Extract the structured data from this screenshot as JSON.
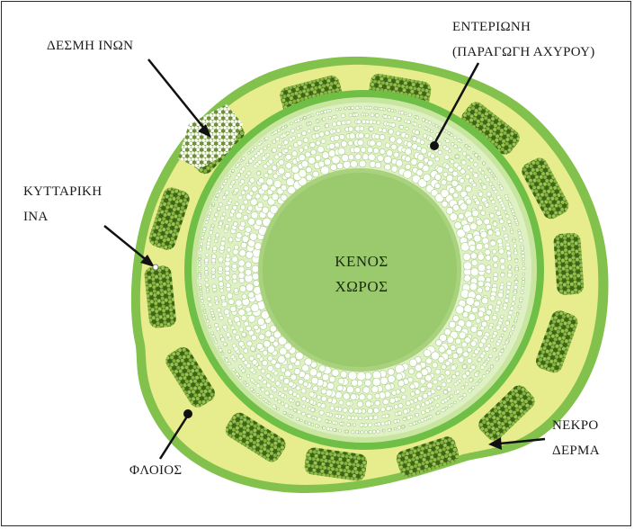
{
  "labels": {
    "fiber_bundle": "ΔΕΣΜΗ ΙΝΩΝ",
    "pith_line1": "ΕΝΤΕΡΙΩΝΗ",
    "pith_line2": "(ΠΑΡΑΓΩΓΗ ΑΧΥΡΟΥ)",
    "cell_fiber_line1": "ΚΥΤΤΑΡΙΚΗ",
    "cell_fiber_line2": "ΙΝΑ",
    "hollow_line1": "ΚΕΝΟΣ",
    "hollow_line2": "ΧΩΡΟΣ",
    "bark": "ΦΛΟΙΟΣ",
    "dead_skin_line1": "ΝΕΚΡΟ",
    "dead_skin_line2": "ΔΕΡΜΑ"
  },
  "colors": {
    "outer_green": "#7fc24a",
    "bark_yellow": "#e6ec8a",
    "pith_light": "#d6edb0",
    "pith_mid": "#a6d47a",
    "hollow_green": "#98c86b",
    "bundle_dark": "#4f7a22",
    "bundle_light": "#e8f2c8"
  }
}
